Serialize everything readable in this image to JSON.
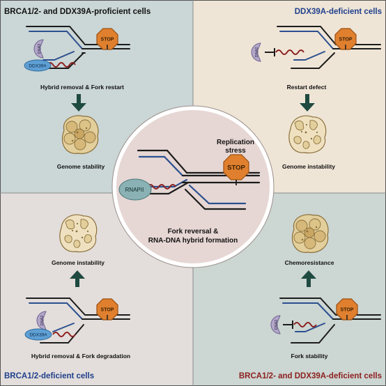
{
  "colors": {
    "q_tl": "#cbd6d6",
    "q_tr": "#efe5d6",
    "q_bl": "#e3dedb",
    "q_br": "#ccd6d2",
    "center": "#e6d7d4",
    "blue_strand": "#2b4f8f",
    "dark_strand": "#1c1c1c",
    "rna": "#8b1e1e",
    "stop": "#e0802e",
    "dna2": "#b2a6c9",
    "ddx39a": "#5e9fd4",
    "rnapii": "#8ab1b3",
    "arrow": "#1f4a40",
    "title_blue": "#1f3f8c",
    "title_red": "#8c2020",
    "cell_fill": "#e3cf9c",
    "cell_stroke": "#8a6f3b"
  },
  "panels": {
    "top_left": {
      "title": "BRCA1/2- and DDX39A-proficient cells",
      "caption": "Hybrid removal & Fork restart",
      "outcome": "Genome stability"
    },
    "top_right": {
      "title": "DDX39A-deficient cells",
      "caption": "Restart defect",
      "outcome": "Genome instability"
    },
    "bottom_left": {
      "title": "BRCA1/2-deficient cells",
      "caption": "Hybrid removal & Fork degradation",
      "outcome": "Genome instability"
    },
    "bottom_right": {
      "title": "BRCA1/2- and DDX39A-deficient cells",
      "caption": "Fork stability",
      "outcome": "Chemoresistance"
    }
  },
  "center": {
    "stress_line1": "Replication",
    "stress_line2": "stress",
    "rnapii": "RNAPII",
    "caption_line1": "Fork reversal &",
    "caption_line2": "RNA-DNA hybrid formation"
  },
  "labels": {
    "stop": "STOP",
    "dna2": "DNA2",
    "ddx39a": "DDX39A"
  }
}
